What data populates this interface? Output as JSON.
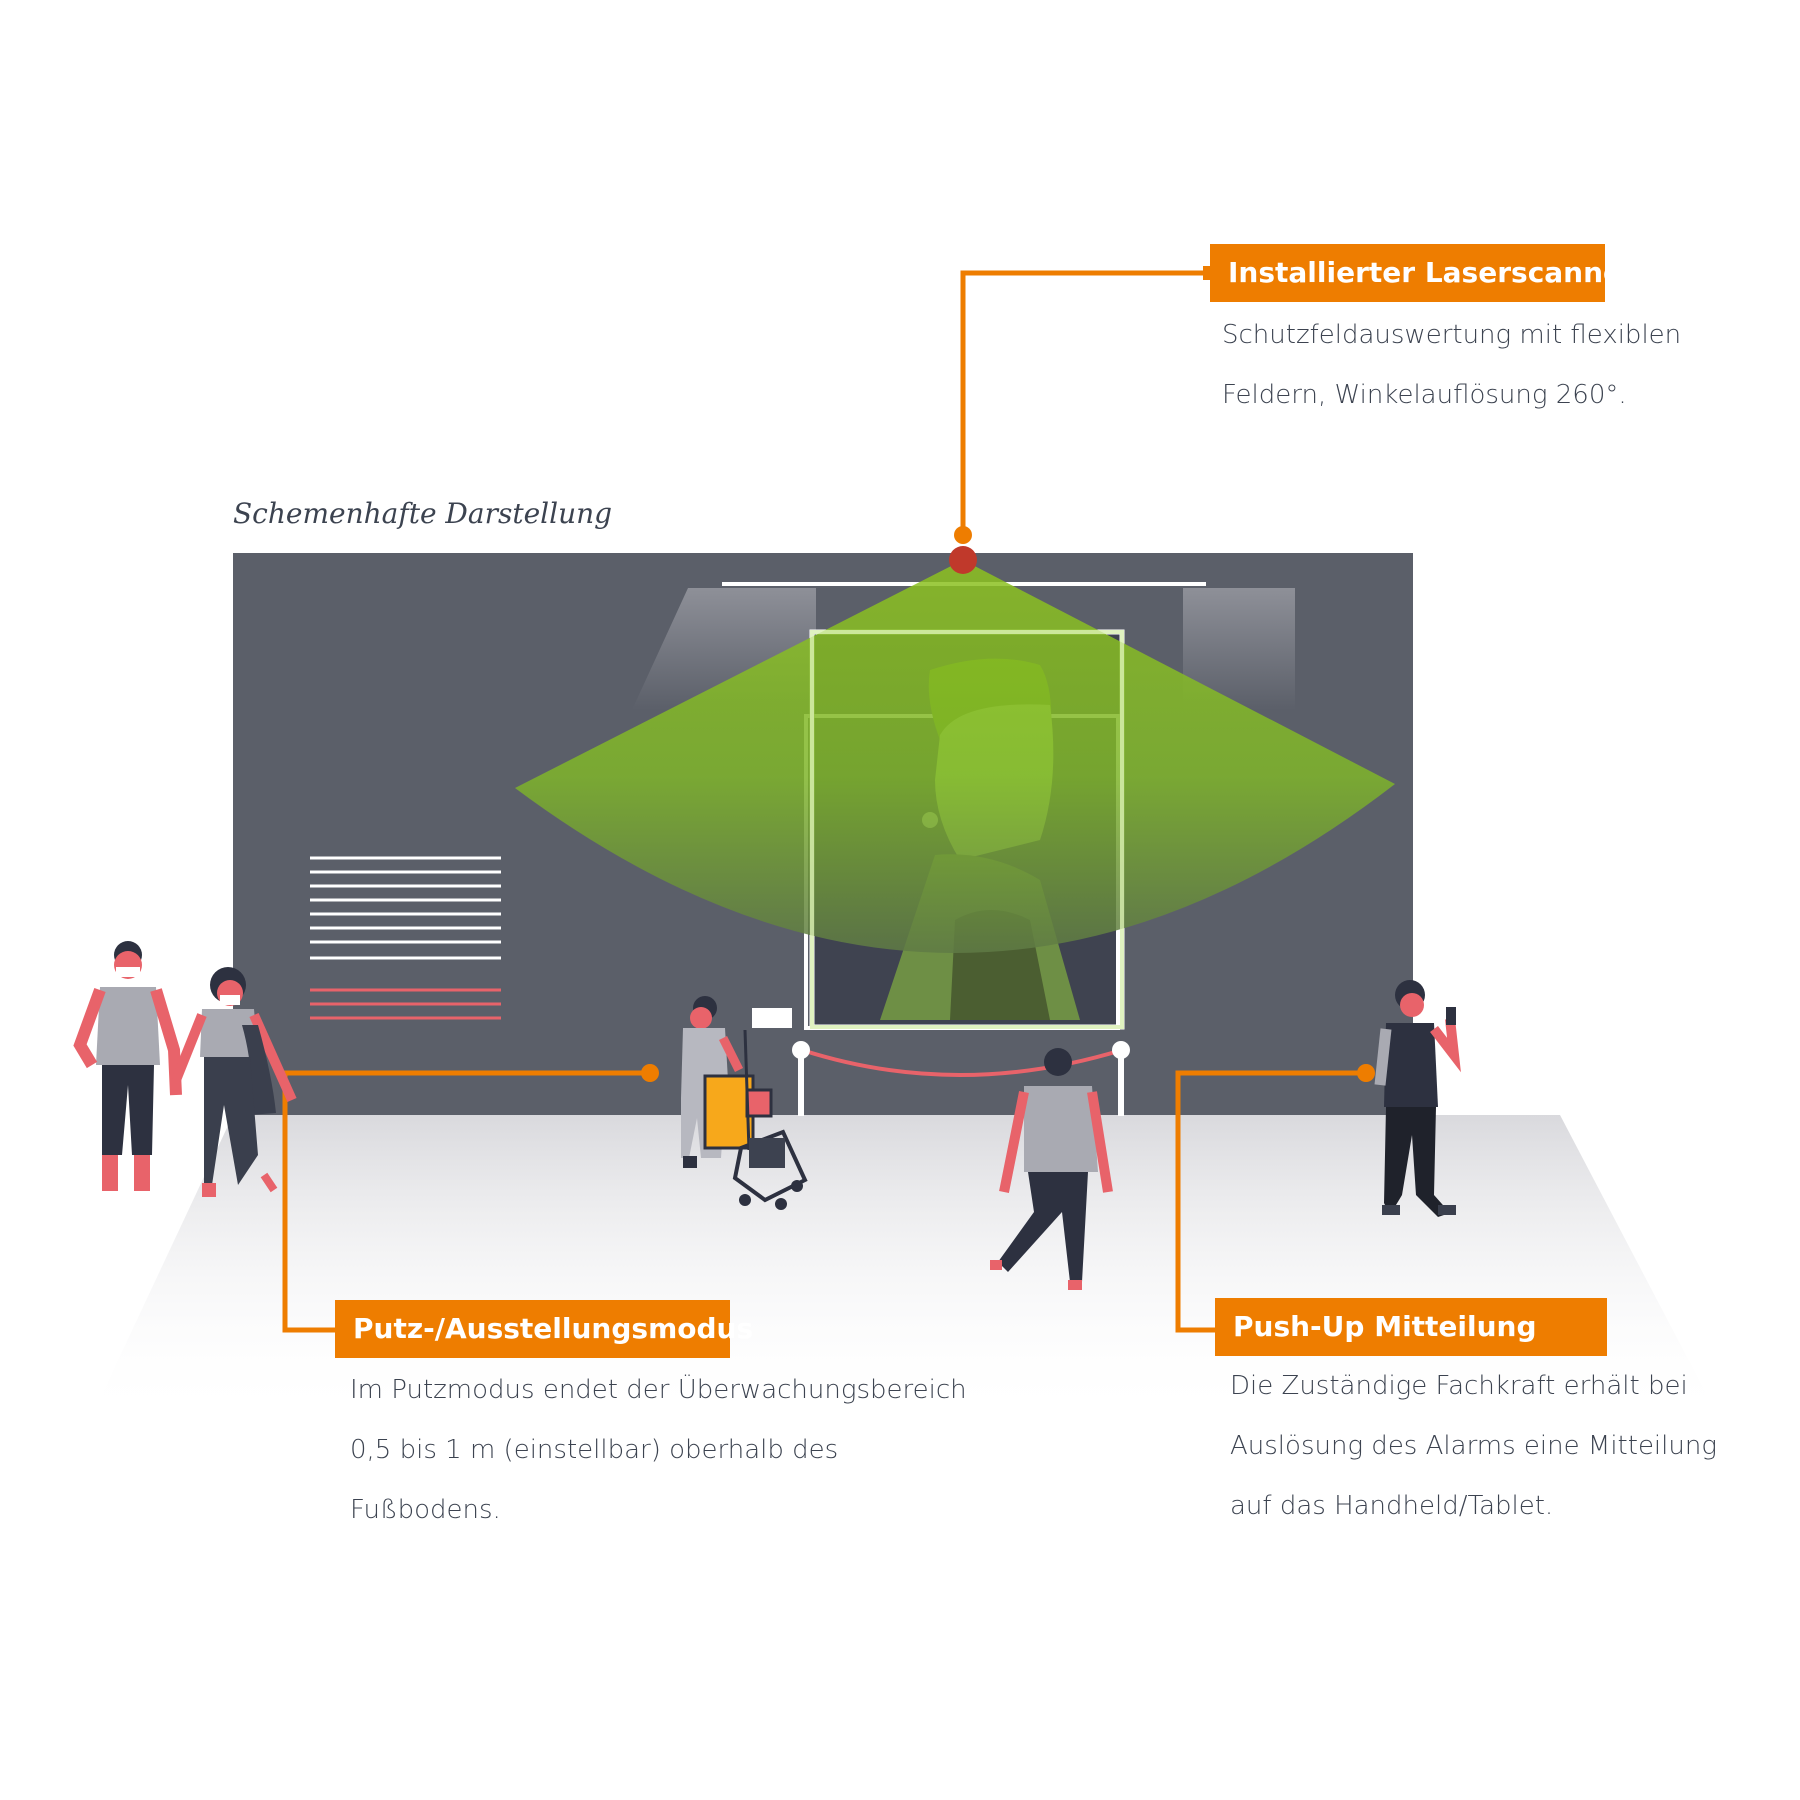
{
  "caption": "Schemenhafte Darstellung",
  "callouts": {
    "scanner": {
      "title": "Installierter Laserscanner",
      "lines": [
        "Schutzfeldauswertung mit flexiblen",
        "Feldern, Winkelauflösung 260°."
      ]
    },
    "mode": {
      "title": "Putz-/Ausstellungsmodus",
      "lines": [
        "Im Putzmodus endet der Überwachungsbereich",
        "0,5 bis 1 m (einstellbar) oberhalb des",
        "Fußbodens."
      ]
    },
    "push": {
      "title": "Push-Up Mitteilung",
      "lines": [
        "Die Zuständige Fachkraft erhält bei",
        "Auslösung des Alarms eine Mitteilung",
        "auf das Handheld/Tablet."
      ]
    }
  },
  "colors": {
    "accent": "#ee7d00",
    "wall": "#5b5f69",
    "field_green": "#8dc21f",
    "text": "#3c4350",
    "figure_skin": "#e8636a",
    "rope": "#e8636a"
  },
  "icons": [
    "laser-scanner-icon",
    "person-figure",
    "cleaning-cart-icon",
    "smartphone-icon"
  ]
}
